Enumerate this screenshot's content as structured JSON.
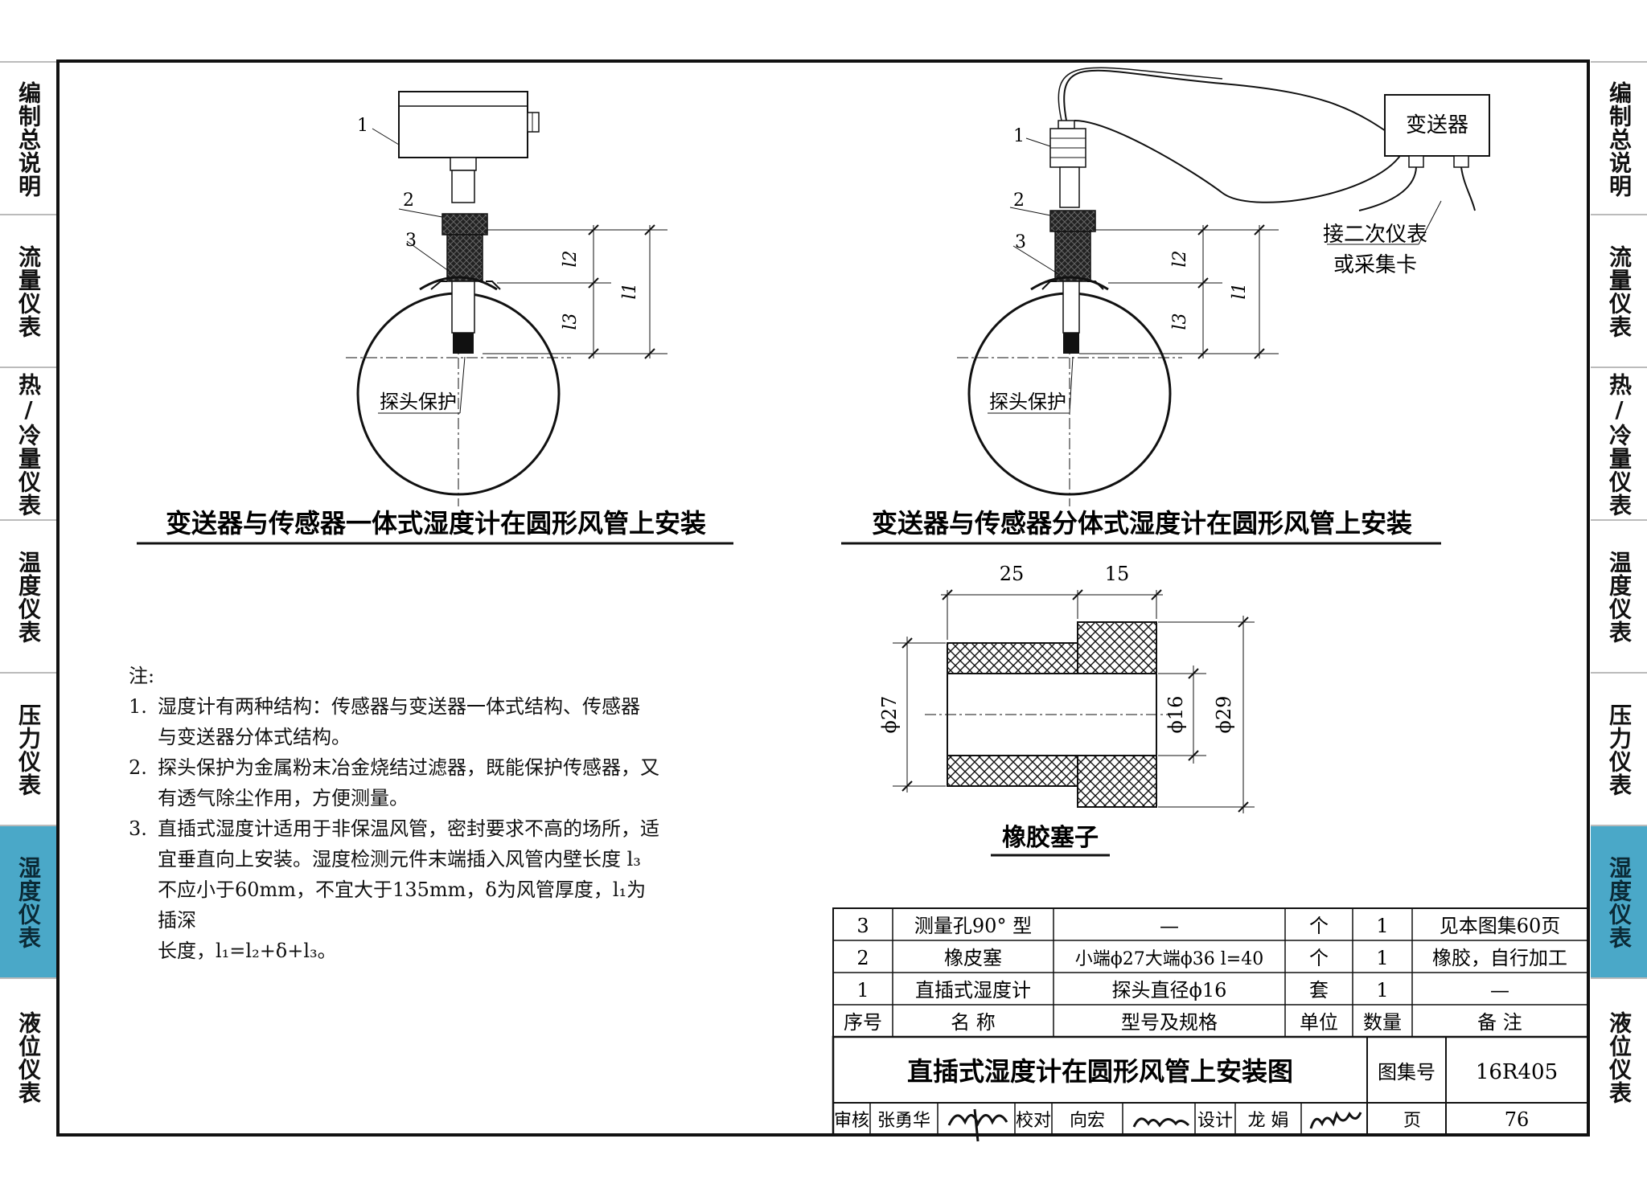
{
  "side_tabs": [
    {
      "label": "编制总说明",
      "active": false
    },
    {
      "label": "流量仪表",
      "active": false
    },
    {
      "label": "热/冷量仪表",
      "active": false
    },
    {
      "label": "温度仪表",
      "active": false
    },
    {
      "label": "压力仪表",
      "active": false
    },
    {
      "label": "湿度仪表",
      "active": true
    },
    {
      "label": "液位仪表",
      "active": false
    }
  ],
  "colors": {
    "active_tab": "#4aa8c8",
    "line": "#111111"
  },
  "left_figure": {
    "title": "变送器与传感器一体式湿度计在圆形风管上安装",
    "callouts": [
      "1",
      "2",
      "3"
    ],
    "dims": [
      "l2",
      "l3",
      "l1"
    ],
    "probe_label": "探头保护"
  },
  "right_figure": {
    "title": "变送器与传感器分体式湿度计在圆形风管上安装",
    "callouts": [
      "1",
      "2",
      "3"
    ],
    "dims": [
      "l2",
      "l3",
      "l1"
    ],
    "probe_label": "探头保护",
    "transmitter_label": "变送器",
    "connect_label_1": "接二次仪表",
    "connect_label_2": "或采集卡"
  },
  "plug_figure": {
    "title": "橡胶塞子",
    "dim_top_left": "25",
    "dim_top_right": "15",
    "dim_left": "ϕ27",
    "dim_inner": "ϕ16",
    "dim_right": "ϕ29"
  },
  "notes": {
    "heading": "注:",
    "items": [
      {
        "num": "1.",
        "lines": [
          "湿度计有两种结构：传感器与变送器一体式结构、传感器",
          "与变送器分体式结构。"
        ]
      },
      {
        "num": "2.",
        "lines": [
          "探头保护为金属粉末冶金烧结过滤器，既能保护传感器，又",
          "有透气除尘作用，方便测量。"
        ]
      },
      {
        "num": "3.",
        "lines": [
          "直插式湿度计适用于非保温风管，密封要求不高的场所，适",
          "宜垂直向上安装。湿度检测元件末端插入风管内壁长度 l₃",
          "不应小于60mm，不宜大于135mm，δ为风管厚度，l₁为插深",
          "长度，l₁=l₂+δ+l₃。"
        ]
      }
    ]
  },
  "parts_table": {
    "rows": [
      [
        "3",
        "测量孔90° 型",
        "—",
        "个",
        "1",
        "见本图集60页"
      ],
      [
        "2",
        "橡皮塞",
        "小端ϕ27大端ϕ36  l=40",
        "个",
        "1",
        "橡胶，自行加工"
      ],
      [
        "1",
        "直插式湿度计",
        "探头直径ϕ16",
        "套",
        "1",
        "—"
      ]
    ],
    "header": [
      "序号",
      "名  称",
      "型号及规格",
      "单位",
      "数量",
      "备  注"
    ]
  },
  "title_block": {
    "drawing_title": "直插式湿度计在圆形风管上安装图",
    "atlas_label": "图集号",
    "atlas_no": "16R405",
    "review_label": "审核",
    "reviewer": "张勇华",
    "check_label": "校对",
    "checker": "向宏",
    "design_label": "设计",
    "designer": "龙 娟",
    "page_label": "页",
    "page_no": "76"
  }
}
